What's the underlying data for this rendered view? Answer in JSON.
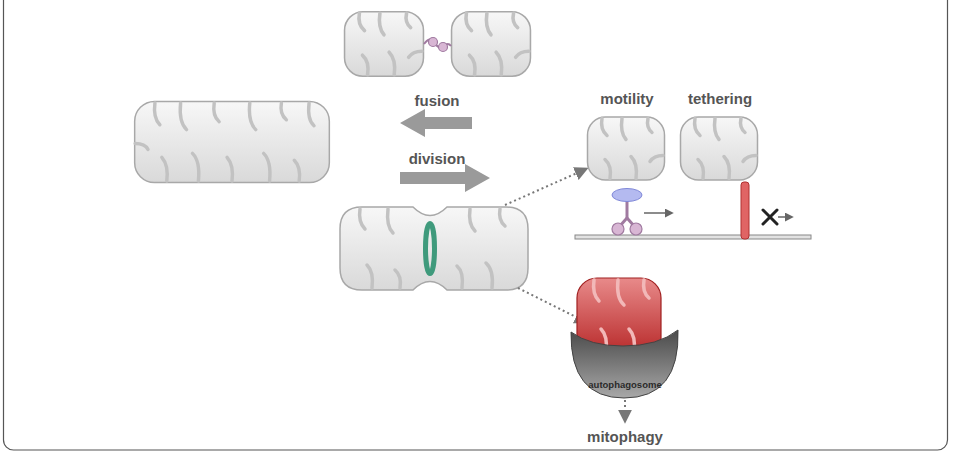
{
  "diagram": {
    "nodes": [
      {
        "text": [
          "motility"
        ]
      },
      {
        "text": [
          "tethering"
        ]
      },
      {
        "text": [
          "autophagosome"
        ]
      }
    ],
    "labels": [
      "fusion",
      "division",
      "mitophagy"
    ]
  }
}
